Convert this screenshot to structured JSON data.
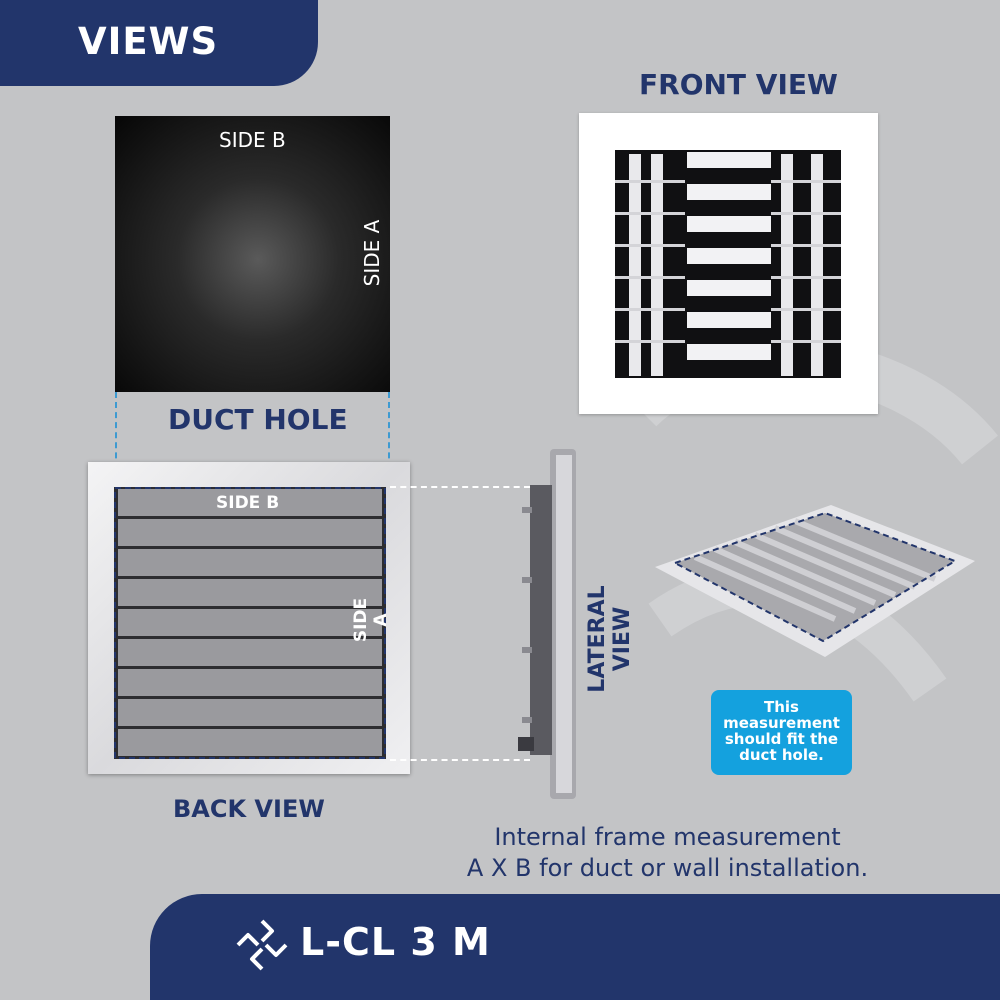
{
  "header": {
    "title": "VIEWS"
  },
  "duct_hole": {
    "title": "DUCT HOLE",
    "side_b": "SIDE B",
    "side_a": "SIDE A"
  },
  "front_view": {
    "title": "FRONT VIEW"
  },
  "back_view": {
    "title": "BACK VIEW",
    "side_b": "SIDE B",
    "side_a": "SIDE A"
  },
  "lateral_view": {
    "title": "LATERAL VIEW"
  },
  "callout": {
    "line1": "This",
    "line2": "measurement",
    "line3": "should fit the",
    "line4": "duct hole."
  },
  "caption": {
    "line1": "Internal frame measurement",
    "line2": "A X B for duct or wall installation."
  },
  "footer": {
    "model": "L-CL 3 M",
    "logo_icon": "brand-logo-icon"
  },
  "colors": {
    "navy": "#22356b",
    "accent_blue": "#14a1de",
    "background": "#c3c4c6"
  }
}
